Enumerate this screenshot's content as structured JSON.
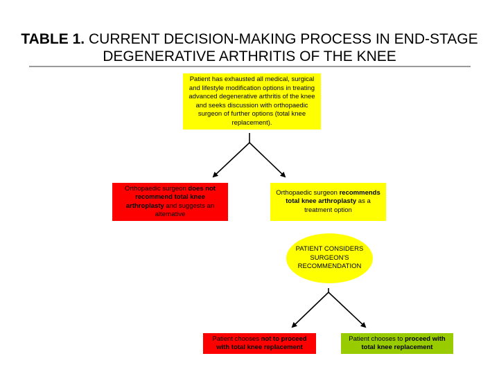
{
  "title": {
    "bold": "TABLE 1.",
    "line1": "CURRENT DECISION-MAKING PROCESS IN END-STAGE",
    "line2": "DEGENERATIVE ARTHRITIS OF THE KNEE"
  },
  "nodes": {
    "start": {
      "text": "Patient has exhausted all medical, surgical and lifestyle modification options in treating advanced degenerative arthritis of the knee and seeks discussion with orthopaedic surgeon of further options (total knee replacement).",
      "color": "#ffff00"
    },
    "not_recommend": {
      "pre": "Orthopaedic surgeon ",
      "bold": "does not recommend total knee arthroplasty",
      "post": " and suggests an alternative",
      "color": "#ff0000"
    },
    "recommend": {
      "pre": "Orthopaedic surgeon ",
      "bold": "recommends total knee arthroplasty",
      "post": " as a treatment option",
      "color": "#ffff00"
    },
    "considers": {
      "text": "PATIENT CONSIDERS SURGEON'S RECOMMENDATION",
      "color": "#ffff00"
    },
    "choose_not": {
      "pre": "Patient chooses ",
      "bold": "not to proceed with total knee replacement",
      "post": "",
      "color": "#ff0000"
    },
    "choose_proceed": {
      "pre": "Patient chooses to ",
      "bold": "proceed with total knee replacement",
      "post": "",
      "color": "#99cc00"
    }
  }
}
